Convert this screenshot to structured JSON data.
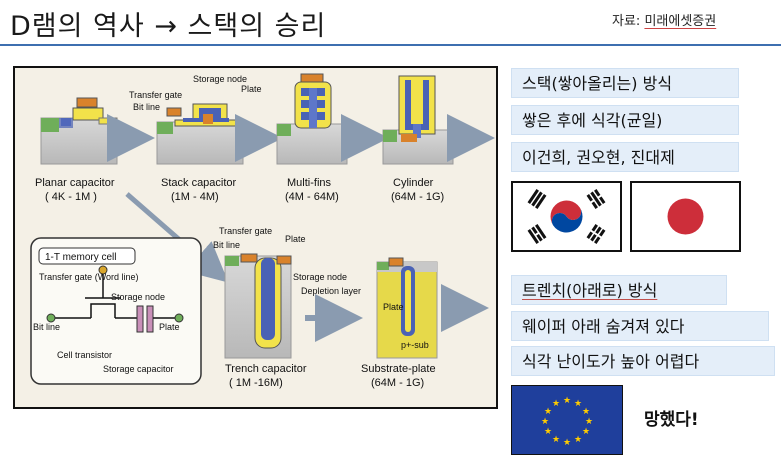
{
  "header": {
    "title": "D램의 역사 → 스택의 승리",
    "source_prefix": "자료: ",
    "source_name": "미래에셋증권"
  },
  "figure": {
    "planar": {
      "caption": "Planar capacitor",
      "range": "( 4K - 1M )"
    },
    "stack": {
      "caption": "Stack capacitor",
      "range": "(1M - 4M)",
      "labels": [
        "Storage node",
        "Plate",
        "Transfer gate",
        "Bit line"
      ]
    },
    "multifins": {
      "caption": "Multi-fins",
      "range": "(4M - 64M)"
    },
    "cylinder": {
      "caption": "Cylinder",
      "range": "(64M - 1G)"
    },
    "memcell": {
      "title": "1-T memory cell",
      "labels": [
        "Transfer gate (Word line)",
        "Storage node",
        "Bit line",
        "Plate",
        "Cell transistor",
        "Storage capacitor"
      ]
    },
    "trench": {
      "caption": "Trench capacitor",
      "range": "( 1M -16M)",
      "labels": [
        "Transfer gate",
        "Plate",
        "Bit line",
        "Storage node",
        "Depletion layer"
      ]
    },
    "substrate": {
      "caption": "Substrate-plate",
      "range": "(64M - 1G)",
      "labels": [
        "Plate",
        "p+-sub"
      ]
    }
  },
  "right": {
    "stack_method": "스택(쌓아올리는) 방식",
    "stack_desc": "쌓은 후에 식각(균일)",
    "stack_people": "이건희, 권오현, 진대제",
    "trench_method": "트렌치(아래로) 방식",
    "trench_desc": "웨이퍼 아래 숨겨져 있다",
    "trench_difficulty": "식각 난이도가 높아 어렵다",
    "failed": "망했다!"
  },
  "colors": {
    "accent": "#3e6fb0",
    "box_bg": "#e4eef9",
    "flag_red": "#cd2e3a",
    "flag_blue": "#0047a0",
    "eu_blue": "#1f3f9c",
    "eu_star": "#ffcc00"
  },
  "icons": [
    "korea-flag-icon",
    "japan-flag-icon",
    "eu-flag-icon",
    "arrow-right-icon"
  ]
}
